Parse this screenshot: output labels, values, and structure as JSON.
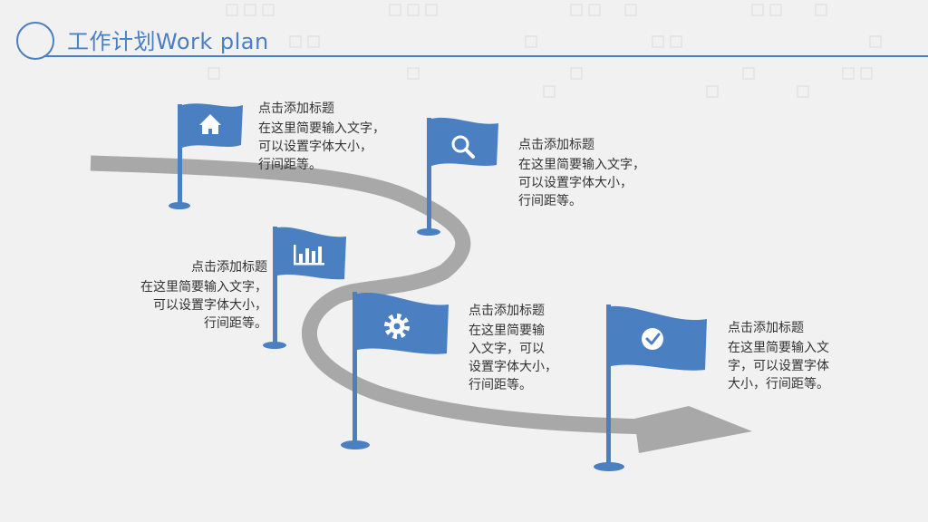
{
  "header": {
    "title": "工作计划Work plan"
  },
  "steps": [
    {
      "title": "点击添加标题",
      "body": "在这里简要输入文字，\n可以设置字体大小，\n行间距等。",
      "icon": "home-icon"
    },
    {
      "title": "点击添加标题",
      "body": "在这里简要输入文字，\n可以设置字体大小，\n行间距等。",
      "icon": "search-icon"
    },
    {
      "title": "点击添加标题",
      "body": "在这里简要输入文字，\n可以设置字体大小，\n行间距等。",
      "icon": "bar-chart-icon"
    },
    {
      "title": "点击添加标题",
      "body": "在这里简要输\n入文字，可以\n设置字体大小，\n行间距等。",
      "icon": "gear-icon"
    },
    {
      "title": "点击添加标题",
      "body": "在这里简要输入文\n字，可以设置字体\n大小，行间距等。",
      "icon": "check-circle-icon"
    }
  ],
  "colors": {
    "accent": "#4a7fc1",
    "road": "#a8a8a8",
    "background": "#f1f1f1"
  }
}
